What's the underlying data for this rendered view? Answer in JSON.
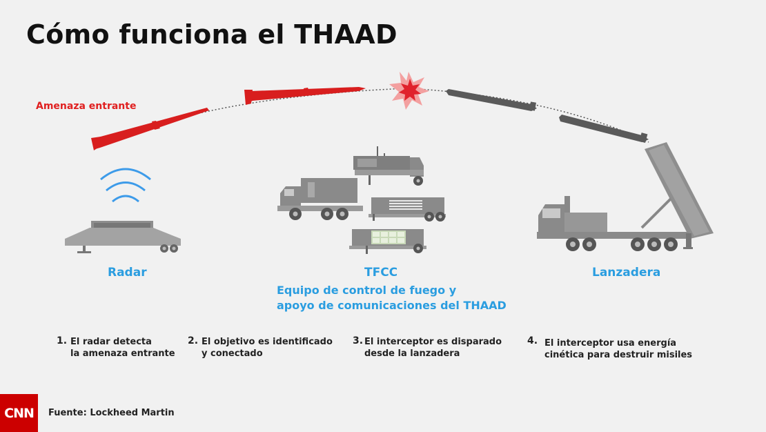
{
  "title": "Cómo funciona el THAAD",
  "threat_label": "Amenaza entrante",
  "components": {
    "radar": "Radar",
    "tfcc": "TFCC",
    "tfcc_desc_line1": "Equipo de control de fuego y",
    "tfcc_desc_line2": "apoyo de comunicaciones del THAAD",
    "launcher": "Lanzadera"
  },
  "steps": [
    {
      "num": "1.",
      "line1": "El radar detecta",
      "line2": "la amenaza entrante"
    },
    {
      "num": "2.",
      "line1": "El objetivo es identificado",
      "line2": "y conectado"
    },
    {
      "num": "3.",
      "line1": "El interceptor es disparado",
      "line2": "desde la lanzadera"
    },
    {
      "num": "4.",
      "line1": "El interceptor usa energía",
      "line2": "cinética para destruir misiles"
    }
  ],
  "logo": "CNN",
  "source": "Fuente: Lockheed Martin",
  "colors": {
    "threat": "#e02020",
    "label": "#2a9de0",
    "vehicle": "#8a8a8a",
    "interceptor": "#555555"
  }
}
